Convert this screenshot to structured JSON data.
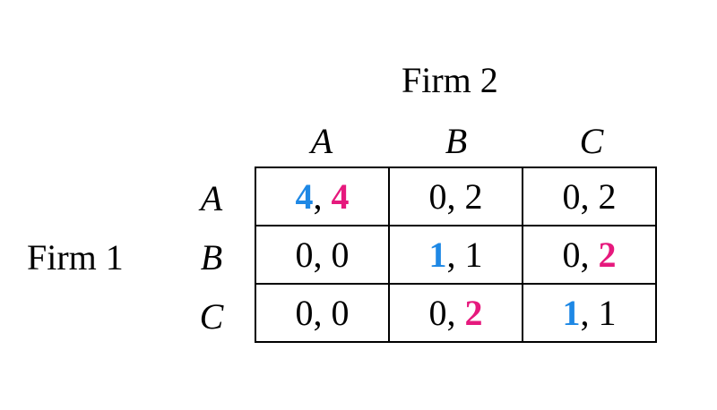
{
  "player2_label": "Firm 2",
  "player1_label": "Firm 1",
  "columns": [
    "A",
    "B",
    "C"
  ],
  "rows": [
    "A",
    "B",
    "C"
  ],
  "separator": ", ",
  "colors": {
    "player1_best": "#1e88e5",
    "player2_best": "#e6197d",
    "default": "#000000"
  },
  "cells": [
    [
      {
        "p1": "4",
        "p2": "4",
        "p1_best": true,
        "p2_best": true
      },
      {
        "p1": "0",
        "p2": "2",
        "p1_best": false,
        "p2_best": false
      },
      {
        "p1": "0",
        "p2": "2",
        "p1_best": false,
        "p2_best": false
      }
    ],
    [
      {
        "p1": "0",
        "p2": "0",
        "p1_best": false,
        "p2_best": false
      },
      {
        "p1": "1",
        "p2": "1",
        "p1_best": true,
        "p2_best": false
      },
      {
        "p1": "0",
        "p2": "2",
        "p1_best": false,
        "p2_best": true
      }
    ],
    [
      {
        "p1": "0",
        "p2": "0",
        "p1_best": false,
        "p2_best": false
      },
      {
        "p1": "0",
        "p2": "2",
        "p1_best": false,
        "p2_best": true
      },
      {
        "p1": "1",
        "p2": "1",
        "p1_best": true,
        "p2_best": false
      }
    ]
  ]
}
